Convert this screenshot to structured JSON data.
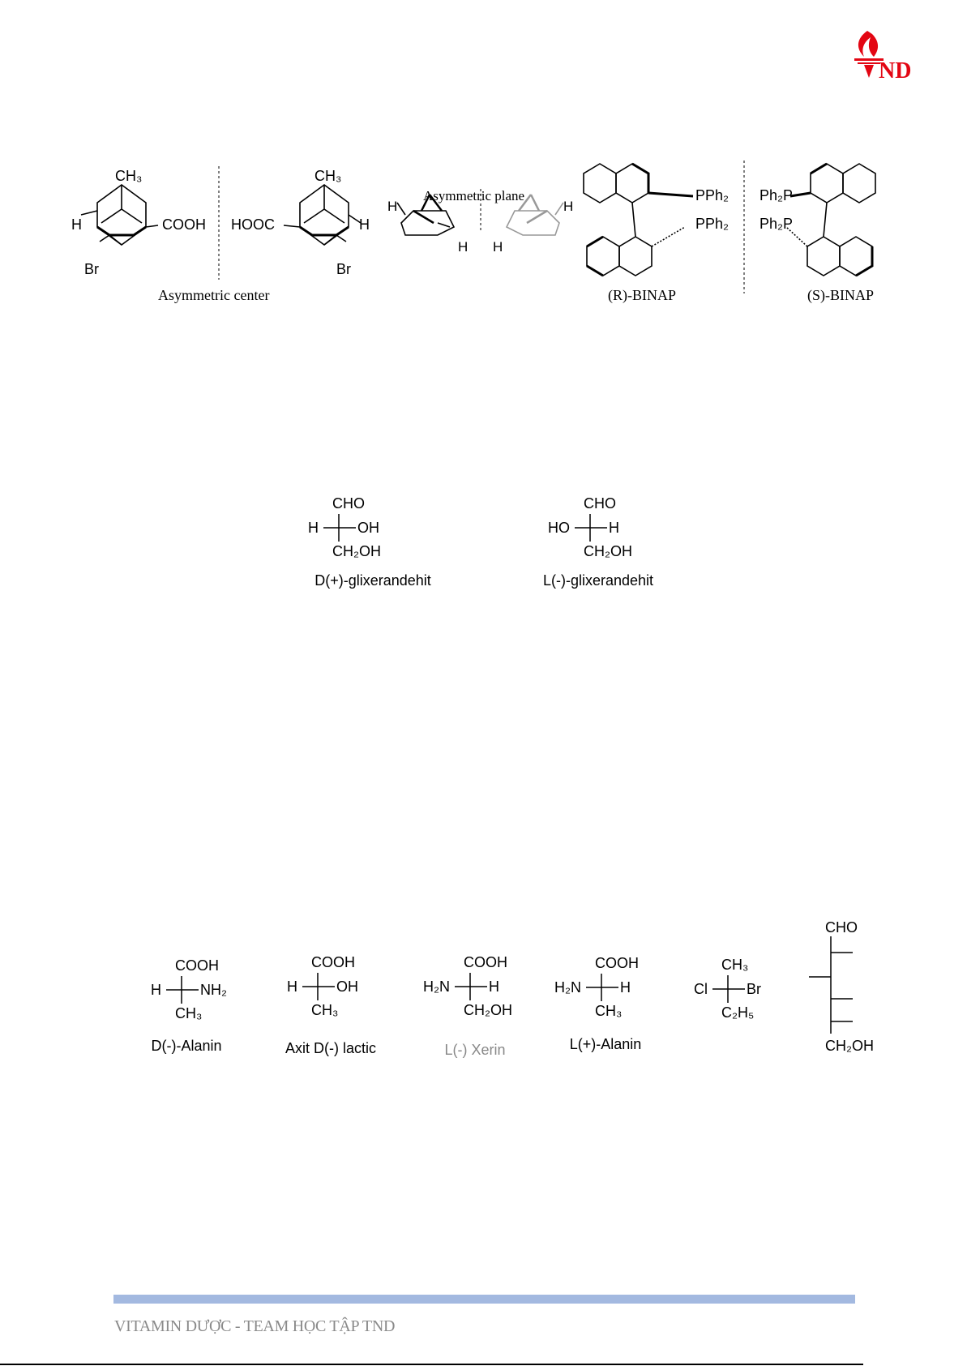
{
  "header": {
    "logo_text": "ND",
    "brand_color": "#e30613"
  },
  "figure1": {
    "adamantane_left": {
      "top": "CH₃",
      "right": "COOH",
      "left": "H",
      "bottom": "Br"
    },
    "adamantane_right": {
      "top": "CH₃",
      "left": "HOOC",
      "right": "H",
      "bottom": "Br"
    },
    "caption_center": "Asymmetric center",
    "plane": {
      "h1": "H",
      "h2": "H",
      "h3": "H",
      "h4": "H",
      "caption": "Asymmetric plane"
    },
    "r_binap": {
      "p1": "PPh₂",
      "p2": "PPh₂",
      "caption": "(R)-BINAP"
    },
    "s_binap": {
      "p1": "Ph₂P",
      "p2": "Ph₂P",
      "caption": "(S)-BINAP"
    }
  },
  "glyceraldehyde": [
    {
      "top": "CHO",
      "left": "H",
      "right": "OH",
      "bottom": "CH₂OH",
      "label": "D(+)-glixerandehit"
    },
    {
      "top": "CHO",
      "left": "HO",
      "right": "H",
      "bottom": "CH₂OH",
      "label": "L(-)-glixerandehit"
    }
  ],
  "fischer_row": [
    {
      "top": "COOH",
      "left": "H",
      "right": "NH₂",
      "bottom": "CH₃",
      "label": "D(-)-Alanin"
    },
    {
      "top": "COOH",
      "left": "H",
      "right": "OH",
      "bottom": "CH₃",
      "label": "Axit D(-) lactic"
    },
    {
      "top": "COOH",
      "left": "H₂N",
      "right": "H",
      "bottom": "CH₂OH",
      "label": "L(-) Xerin"
    },
    {
      "top": "COOH",
      "left": "H₂N",
      "right": "H",
      "bottom": "CH₃",
      "label": "L(+)-Alanin"
    },
    {
      "top": "CH₃",
      "left": "Cl",
      "right": "Br",
      "bottom": "C₂H₅",
      "label": ""
    }
  ],
  "chain": {
    "top": "CHO",
    "bottom": "CH₂OH"
  },
  "footer": {
    "text": "VITAMIN DƯỢC - TEAM HỌC TẬP TND"
  }
}
